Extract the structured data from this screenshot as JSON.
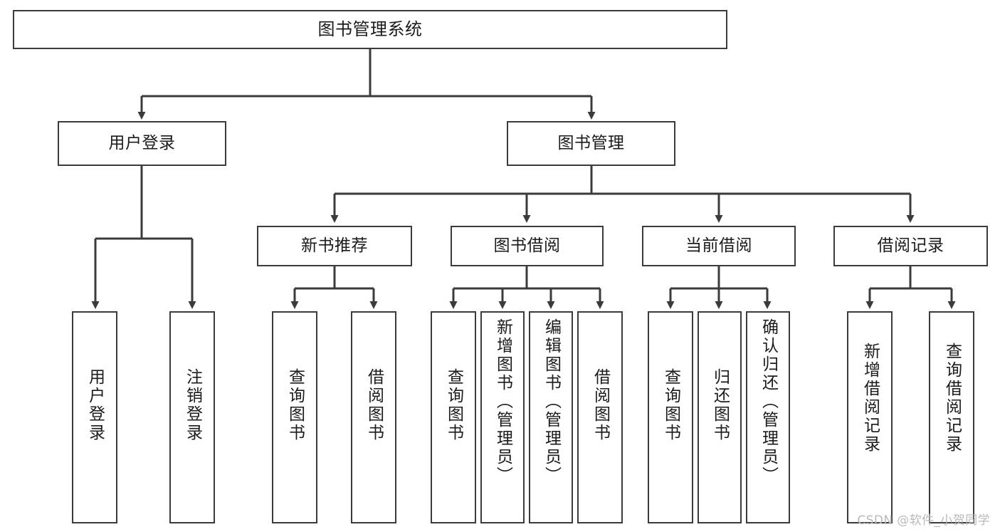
{
  "diagram": {
    "type": "tree-hierarchy-chart",
    "title": "图书管理系统",
    "background_color": "#ffffff",
    "stroke_color": "#3b3b3b",
    "text_color": "#1b1b1b",
    "root": {
      "label": "图书管理系统",
      "name": "root-node"
    },
    "level2": [
      {
        "label": "用户登录",
        "name": "node-user-login"
      },
      {
        "label": "图书管理",
        "name": "node-book-management"
      }
    ],
    "level3": [
      {
        "label": "新书推荐",
        "name": "node-new-book-recommend"
      },
      {
        "label": "图书借阅",
        "name": "node-book-borrow"
      },
      {
        "label": "当前借阅",
        "name": "node-current-borrow"
      },
      {
        "label": "借阅记录",
        "name": "node-borrow-record"
      }
    ],
    "leaves": {
      "user_login": [
        {
          "label": "用户登录",
          "name": "leaf-user-login"
        },
        {
          "label": "注销登录",
          "name": "leaf-logout"
        }
      ],
      "new_book_recommend": [
        {
          "label": "查询图书",
          "name": "leaf-query-book-1"
        },
        {
          "label": "借阅图书",
          "name": "leaf-borrow-book-1"
        }
      ],
      "book_borrow": [
        {
          "label": "查询图书",
          "name": "leaf-query-book-2"
        },
        {
          "label": "新增图书（管理员）",
          "name": "leaf-add-book-admin"
        },
        {
          "label": "编辑图书（管理员）",
          "name": "leaf-edit-book-admin"
        },
        {
          "label": "借阅图书",
          "name": "leaf-borrow-book-2"
        }
      ],
      "current_borrow": [
        {
          "label": "查询图书",
          "name": "leaf-query-book-3"
        },
        {
          "label": "归还图书",
          "name": "leaf-return-book"
        },
        {
          "label": "确认归还（管理员）",
          "name": "leaf-confirm-return-admin"
        }
      ],
      "borrow_record": [
        {
          "label": "新增借阅记录",
          "name": "leaf-add-borrow-record"
        },
        {
          "label": "查询借阅记录",
          "name": "leaf-query-borrow-record"
        }
      ]
    },
    "watermark": "CSDN @软件_小贺同学"
  }
}
